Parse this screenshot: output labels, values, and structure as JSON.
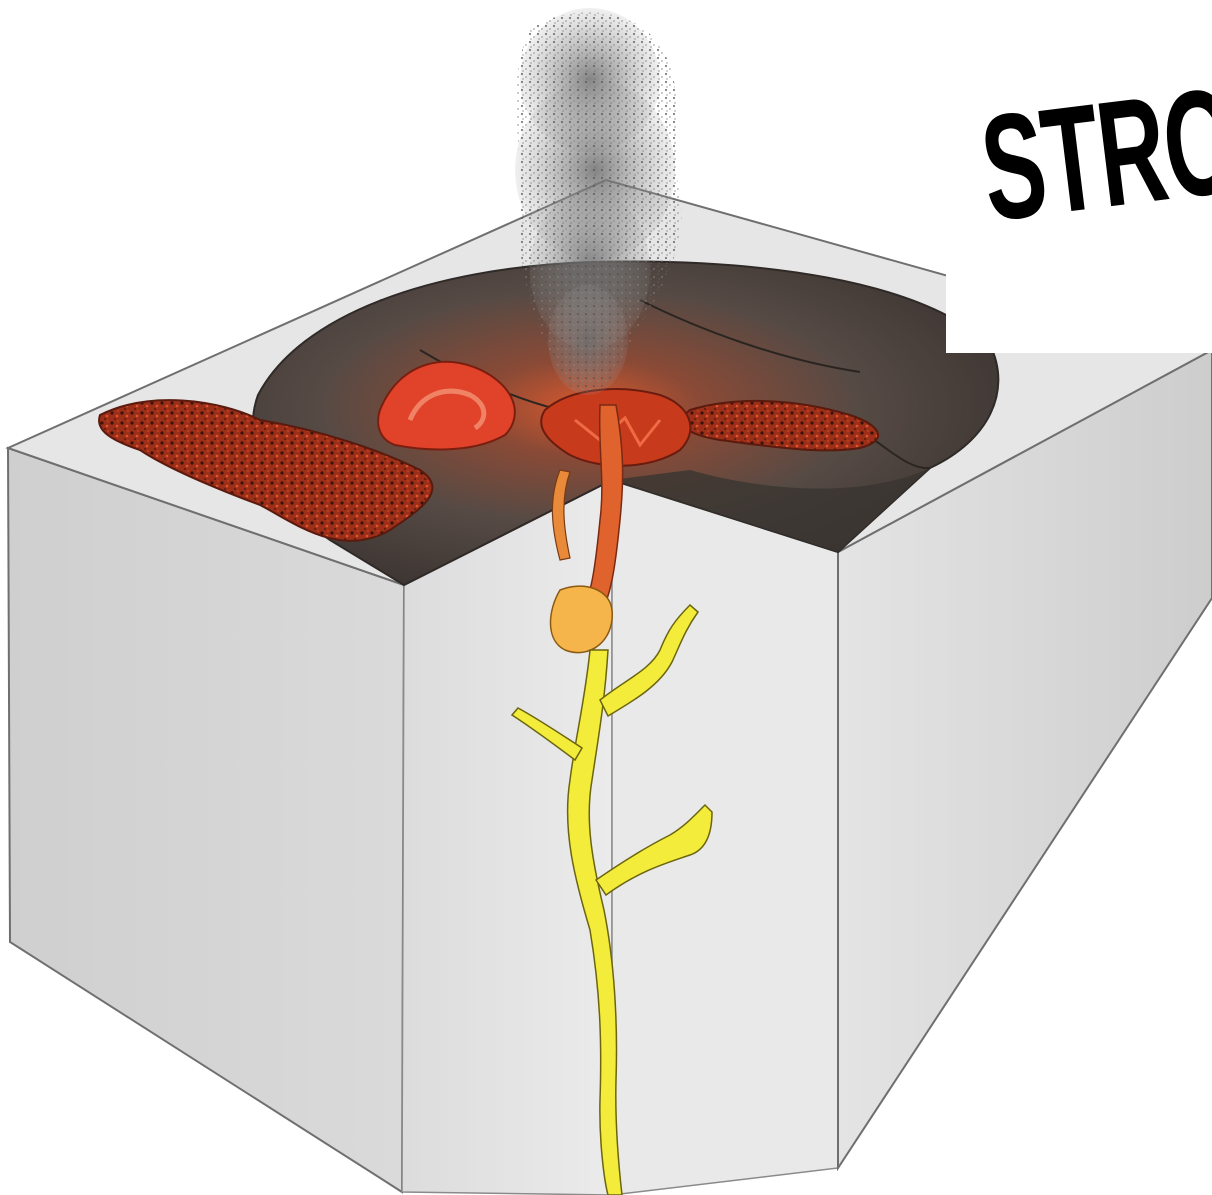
{
  "banner": {
    "text": "STRO"
  },
  "colors": {
    "block_face_left": "#d4d4d4",
    "block_face_inner": "#e3e3e3",
    "block_top": "#e6e6e6",
    "cone_dark": "#4a413c",
    "lava_red": "#d33a1f",
    "lava_dark": "#8a2a16",
    "magma_yellow": "#f7ef38",
    "magma_orange": "#f2a43a",
    "ash_grey": "#777777"
  },
  "icons": [
    "volcano-cross-section",
    "ash-plume",
    "magma-conduit",
    "lava-flow"
  ]
}
